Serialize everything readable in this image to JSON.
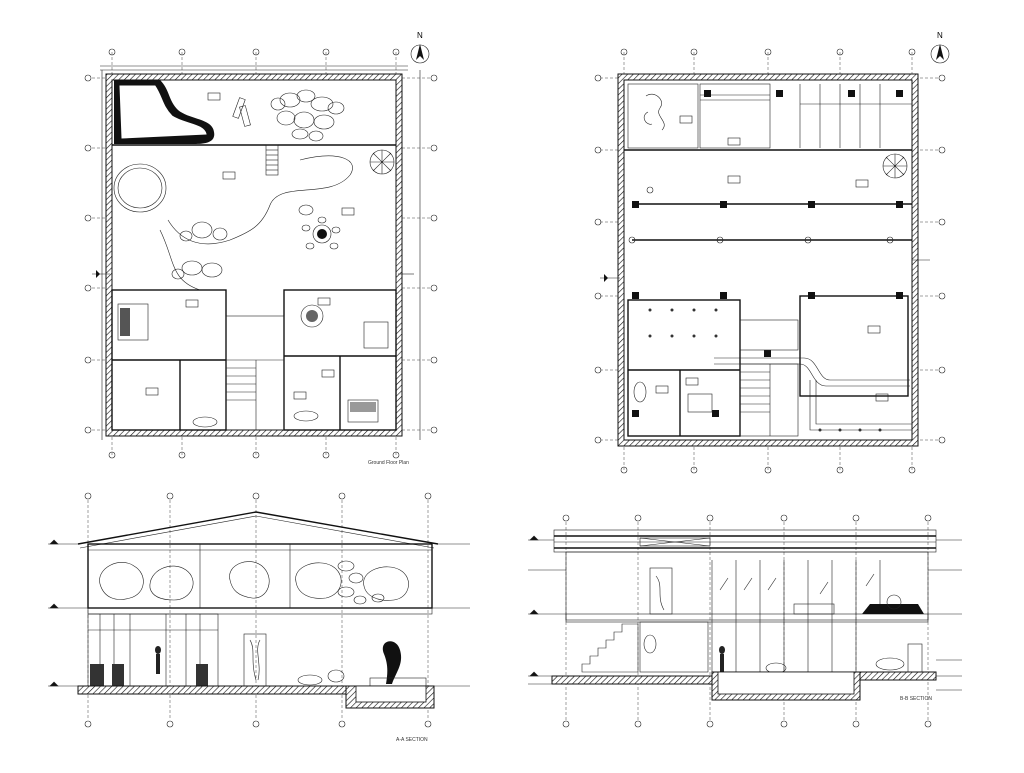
{
  "ground_floor_plan": {
    "caption": "Ground Floor Plan",
    "north": "N"
  },
  "first_floor_plan": {
    "north": "N"
  },
  "elevation": {
    "caption": "A-A SECTION"
  },
  "section": {
    "caption": "B-B SECTION"
  }
}
